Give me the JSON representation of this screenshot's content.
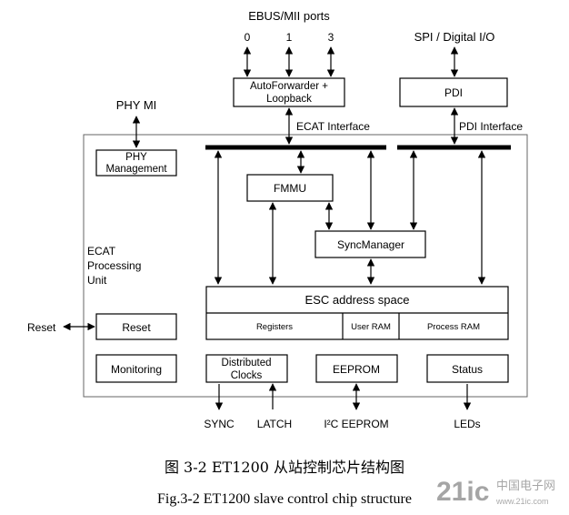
{
  "ports": {
    "ebus_title": "EBUS/MII ports",
    "port0": "0",
    "port1": "1",
    "port3": "3",
    "spi_title": "SPI / Digital I/O",
    "phy_mi": "PHY MI",
    "ecat_interface": "ECAT Interface",
    "pdi_interface": "PDI Interface"
  },
  "blocks": {
    "autoforwarder_line1": "AutoForwarder +",
    "autoforwarder_line2": "Loopback",
    "pdi": "PDI",
    "phy_line1": "PHY",
    "phy_line2": "Management",
    "fmmu": "FMMU",
    "syncmanager": "SyncManager",
    "processing_line1": "ECAT",
    "processing_line2": "Processing",
    "processing_line3": "Unit",
    "esc_address_space": "ESC address space",
    "registers": "Registers",
    "user_ram": "User RAM",
    "process_ram": "Process RAM",
    "reset": "Reset",
    "monitoring": "Monitoring",
    "dc_line1": "Distributed",
    "dc_line2": "Clocks",
    "eeprom": "EEPROM",
    "status": "Status"
  },
  "signals": {
    "reset_ext": "Reset",
    "sync": "SYNC",
    "latch": "LATCH",
    "i2c": "I²C EEPROM",
    "leds": "LEDs"
  },
  "captions": {
    "chinese": "图 3-2 ET1200 从站控制芯片结构图",
    "english": "Fig.3-2 ET1200 slave control chip structure"
  },
  "watermark": {
    "main": "21ic",
    "sub": "中国电子网",
    "url": "www.21ic.com"
  }
}
